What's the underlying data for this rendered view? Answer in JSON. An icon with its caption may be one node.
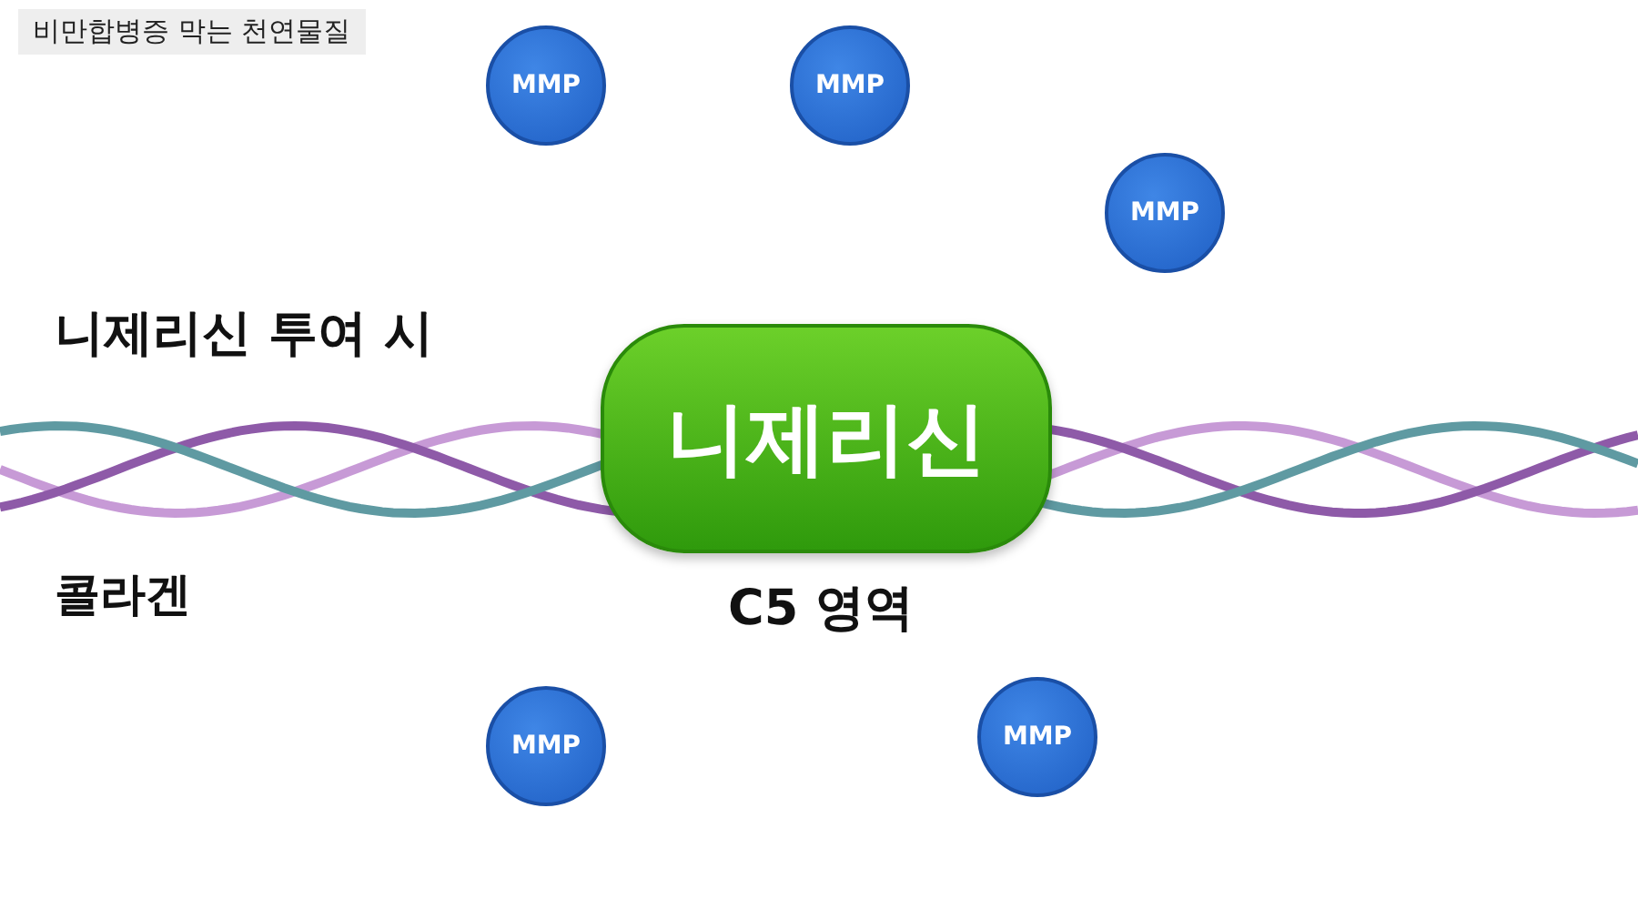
{
  "diagram": {
    "title": "비만합병증 막는 천연물질",
    "nodes": [
      {
        "text": [
          "MMP"
        ]
      },
      {
        "text": [
          "MMP"
        ]
      },
      {
        "text": [
          "MMP"
        ]
      },
      {
        "text": [
          "니제리신"
        ],
        "beside": [
          "C5 영역"
        ]
      },
      {
        "text": [
          "MMP"
        ]
      },
      {
        "text": [
          "MMP"
        ]
      }
    ],
    "labels": [
      "니제리신 투여 시",
      "콜라겐"
    ]
  }
}
